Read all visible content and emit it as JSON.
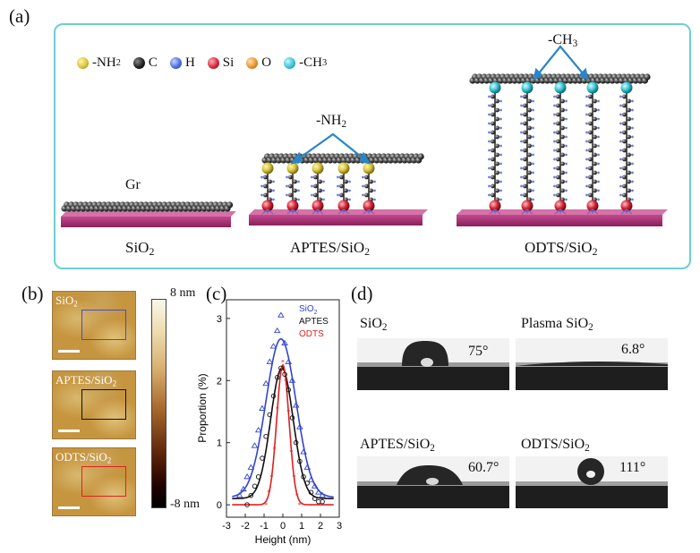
{
  "labels": {
    "a": "(a)",
    "b": "(b)",
    "c": "(c)",
    "d": "(d)"
  },
  "panel_a": {
    "legend": [
      {
        "symbol": "-NH",
        "sub": "2",
        "color": "#d8c640",
        "icon": "yellow-sphere"
      },
      {
        "symbol": "C",
        "sub": "",
        "color": "#222222",
        "icon": "black-sphere"
      },
      {
        "symbol": "H",
        "sub": "",
        "color": "#4f6fe0",
        "icon": "blue-sphere"
      },
      {
        "symbol": "Si",
        "sub": "",
        "color": "#d8283a",
        "icon": "red-sphere"
      },
      {
        "symbol": "O",
        "sub": "",
        "color": "#e8952e",
        "icon": "orange-sphere"
      },
      {
        "symbol": "-CH",
        "sub": "3",
        "color": "#3cc4d4",
        "icon": "cyan-sphere"
      }
    ],
    "gr_label": "Gr",
    "nh2_callout": {
      "text": "-NH",
      "sub": "2"
    },
    "ch3_callout": {
      "text": "-CH",
      "sub": "3"
    },
    "substrates": [
      {
        "text": "SiO",
        "sub": "2",
        "post": ""
      },
      {
        "text": "APTES/SiO",
        "sub": "2",
        "post": ""
      },
      {
        "text": "ODTS/SiO",
        "sub": "2",
        "post": ""
      }
    ]
  },
  "panel_b": {
    "images": [
      {
        "label": "SiO",
        "sub": "2",
        "box_color": "#4a4ad0"
      },
      {
        "label": "APTES/SiO",
        "sub": "2",
        "box_color": "#111111"
      },
      {
        "label": "ODTS/SiO",
        "sub": "2",
        "box_color": "#e02020"
      }
    ],
    "colorbar_max": "8 nm",
    "colorbar_min": "-8 nm"
  },
  "chart_data": {
    "type": "scatter",
    "xlabel": "Height (nm)",
    "ylabel": "Proportion (%)",
    "xlim": [
      -3,
      3
    ],
    "ylim": [
      -0.2,
      3.3
    ],
    "xticks": [
      -3,
      -2,
      -1,
      0,
      1,
      2,
      3
    ],
    "yticks": [
      0,
      1,
      2,
      3
    ],
    "legend_position": "top-right",
    "series": [
      {
        "name": "SiO",
        "name_sub": "2",
        "color": "#3344cc",
        "marker": "triangle",
        "fit": {
          "mu": -0.1,
          "sigma": 0.8,
          "amp": 2.55,
          "base": 0.12
        },
        "x": [
          -2.3,
          -2.1,
          -1.9,
          -1.7,
          -1.5,
          -1.3,
          -1.1,
          -0.9,
          -0.7,
          -0.5,
          -0.3,
          -0.1,
          0.1,
          0.3,
          0.5,
          0.7,
          0.9,
          1.1,
          1.3,
          1.5,
          1.7,
          1.9,
          2.1
        ],
        "y": [
          0.15,
          0.25,
          0.45,
          0.6,
          0.95,
          1.2,
          1.55,
          1.95,
          2.3,
          2.55,
          2.8,
          3.05,
          2.6,
          2.3,
          2.0,
          1.6,
          1.25,
          0.85,
          0.6,
          0.4,
          0.3,
          0.2,
          0.15
        ]
      },
      {
        "name": "APTES",
        "name_sub": "",
        "color": "#111111",
        "marker": "circle",
        "fit": {
          "mu": -0.05,
          "sigma": 0.6,
          "amp": 2.1,
          "base": 0.1
        },
        "x": [
          -1.9,
          -1.7,
          -1.5,
          -1.3,
          -1.1,
          -0.9,
          -0.7,
          -0.5,
          -0.3,
          -0.1,
          0.1,
          0.3,
          0.5,
          0.7,
          0.9,
          1.1,
          1.3,
          1.5,
          1.7,
          1.9,
          2.1
        ],
        "y": [
          0.0,
          0.15,
          0.3,
          0.45,
          0.75,
          1.1,
          1.45,
          1.75,
          2.05,
          2.2,
          2.1,
          1.85,
          1.4,
          1.0,
          0.7,
          0.45,
          0.35,
          0.2,
          0.1,
          0.05,
          0.05
        ]
      },
      {
        "name": "ODTS",
        "name_sub": "",
        "color": "#e02020",
        "marker": "star",
        "fit": {
          "mu": 0.0,
          "sigma": 0.33,
          "amp": 2.25,
          "base": 0.0
        },
        "x": [
          -0.9,
          -0.75,
          -0.6,
          -0.45,
          -0.3,
          -0.15,
          0.0,
          0.15,
          0.3,
          0.45,
          0.6,
          0.75,
          0.9
        ],
        "y": [
          0.0,
          0.2,
          0.45,
          0.9,
          1.55,
          2.1,
          2.3,
          2.0,
          1.5,
          0.85,
          0.45,
          0.15,
          0.0
        ]
      }
    ]
  },
  "panel_d": {
    "photos": [
      {
        "label": "SiO",
        "sub": "2",
        "angle": "75°"
      },
      {
        "label": "Plasma SiO",
        "sub": "2",
        "angle": "6.8°"
      },
      {
        "label": "APTES/SiO",
        "sub": "2",
        "angle": "60.7°"
      },
      {
        "label": "ODTS/SiO",
        "sub": "2",
        "angle": "111°"
      }
    ]
  }
}
